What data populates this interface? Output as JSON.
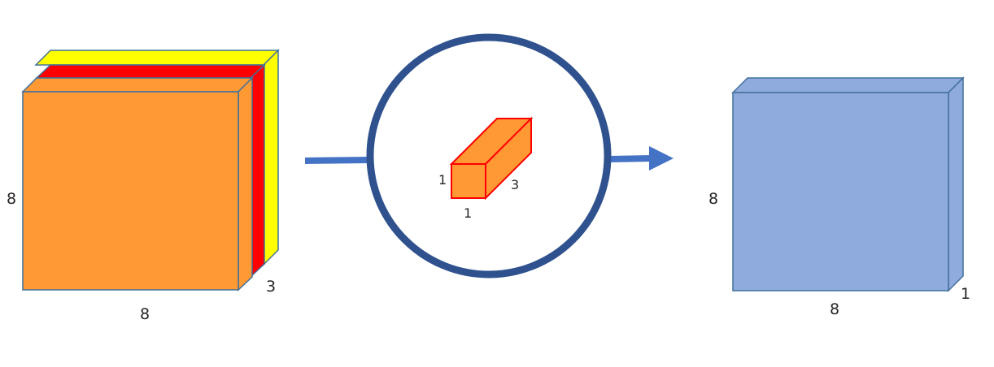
{
  "input_block": {
    "height_label": "8",
    "width_label": "8",
    "depth_label": "3",
    "layer_colors": [
      "#ffff00",
      "#ff0000",
      "#ff9933"
    ]
  },
  "kernel": {
    "height_label": "1",
    "width_label": "1",
    "depth_label": "3",
    "fill_color": "#ff9933",
    "edge_color": "#ff0000"
  },
  "circle": {
    "stroke_color": "#2f528f"
  },
  "arrow": {
    "color": "#4472c4"
  },
  "output_block": {
    "height_label": "8",
    "width_label": "8",
    "depth_label": "1",
    "fill_color": "#8faadc"
  }
}
